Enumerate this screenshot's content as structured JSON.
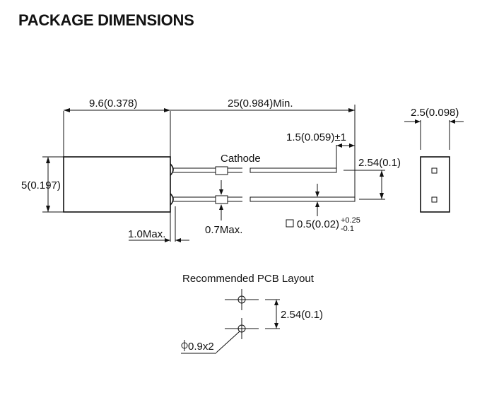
{
  "title": "PACKAGE DIMENSIONS",
  "labels": {
    "body_length": "9.6(0.378)",
    "lead_length": "25(0.984)Min.",
    "width_side": "2.5(0.098)",
    "lead_offset": "1.5(0.059)±1",
    "cathode": "Cathode",
    "pitch": "2.54(0.1)",
    "height": "5(0.197)",
    "standoff": "1.0Max.",
    "lead_bend": "0.7Max.",
    "lead_square_main": "0.5(0.02)",
    "lead_square_tol_plus": "+0.25",
    "lead_square_tol_minus": "-0.1",
    "pcb_title": "Recommended PCB Layout",
    "pcb_pitch": "2.54(0.1)",
    "hole": "0.9x2"
  },
  "symbols": {
    "square": "square-symbol",
    "diameter": "diameter-symbol"
  }
}
